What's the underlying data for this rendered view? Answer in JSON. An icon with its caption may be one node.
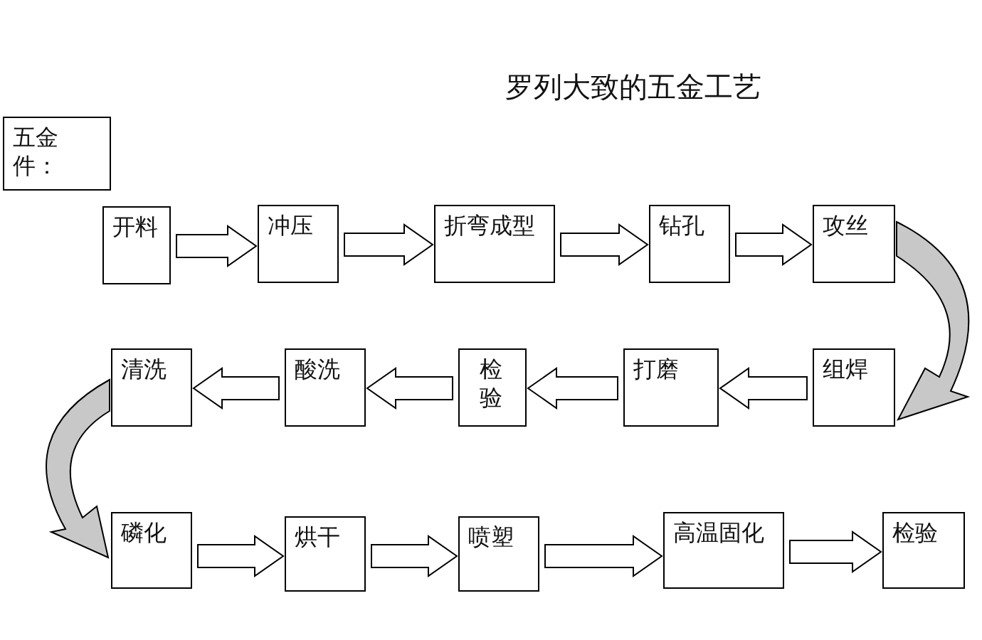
{
  "diagram": {
    "title": "罗列大致的五金工艺",
    "nodes": [
      {
        "text": [
          "五金件："
        ]
      },
      {
        "text": [
          "开料"
        ]
      },
      {
        "text": [
          "冲压"
        ]
      },
      {
        "text": [
          "折弯成型"
        ]
      },
      {
        "text": [
          "钻孔"
        ]
      },
      {
        "text": [
          "攻丝"
        ]
      },
      {
        "text": [
          "组焊"
        ]
      },
      {
        "text": [
          "打磨"
        ]
      },
      {
        "text": [
          "检验"
        ]
      },
      {
        "text": [
          "酸洗"
        ]
      },
      {
        "text": [
          "清洗"
        ]
      },
      {
        "text": [
          "磷化"
        ]
      },
      {
        "text": [
          "烘干"
        ]
      },
      {
        "text": [
          "喷塑"
        ]
      },
      {
        "text": [
          "高温固化"
        ]
      },
      {
        "text": [
          "检验"
        ]
      }
    ],
    "edges": [
      {
        "from": 1,
        "to": 2,
        "arrow": "to"
      },
      {
        "from": 2,
        "to": 3,
        "arrow": "to"
      },
      {
        "from": 3,
        "to": 4,
        "arrow": "to"
      },
      {
        "from": 4,
        "to": 5,
        "arrow": "to"
      },
      {
        "from": 5,
        "to": 6,
        "arrow": "to"
      },
      {
        "from": 6,
        "to": 7,
        "arrow": "to"
      },
      {
        "from": 7,
        "to": 8,
        "arrow": "to"
      },
      {
        "from": 8,
        "to": 9,
        "arrow": "to"
      },
      {
        "from": 9,
        "to": 10,
        "arrow": "to"
      },
      {
        "from": 10,
        "to": 11,
        "arrow": "to"
      },
      {
        "from": 11,
        "to": 12,
        "arrow": "to"
      },
      {
        "from": 12,
        "to": 13,
        "arrow": "to"
      },
      {
        "from": 13,
        "to": 14,
        "arrow": "to"
      },
      {
        "from": 14,
        "to": 15,
        "arrow": "to"
      }
    ]
  }
}
